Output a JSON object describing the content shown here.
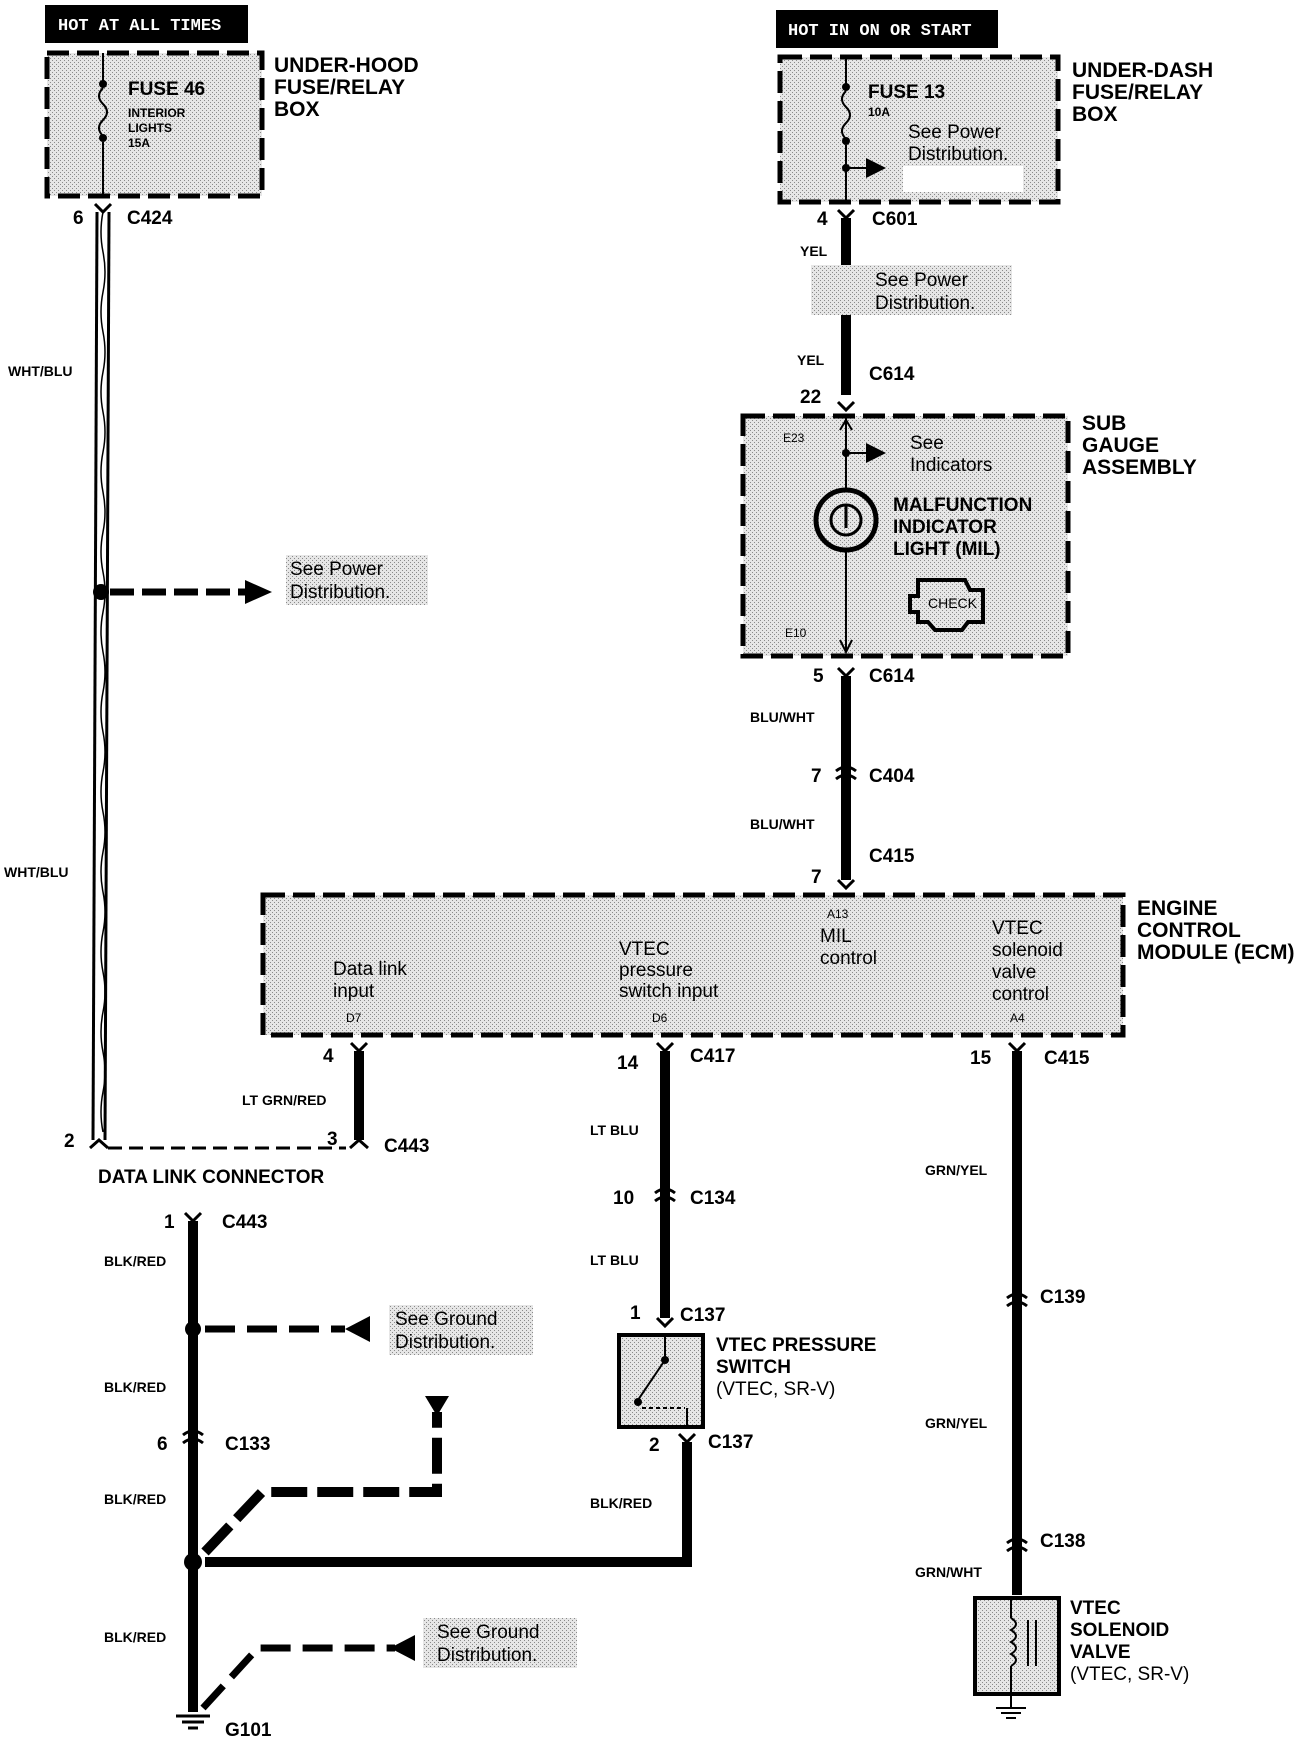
{
  "headers": {
    "hot_at_all_times": "HOT AT ALL TIMES",
    "hot_in_on_or_start": "HOT IN ON OR START"
  },
  "under_hood_box": {
    "title_lines": [
      "UNDER-HOOD",
      "FUSE/RELAY",
      "BOX"
    ],
    "fuse_name": "FUSE 46",
    "fuse_desc_lines": [
      "INTERIOR",
      "LIGHTS",
      "15A"
    ],
    "connector": "C424",
    "pin": "6"
  },
  "under_dash_box": {
    "title_lines": [
      "UNDER-DASH",
      "FUSE/RELAY",
      "BOX"
    ],
    "fuse_name": "FUSE 13",
    "fuse_rating": "10A",
    "see_lines": [
      "See Power",
      "Distribution."
    ],
    "connector": "C601",
    "pin": "4"
  },
  "wires": {
    "wht_blu": "WHT/BLU",
    "yel": "YEL",
    "blu_wht": "BLU/WHT",
    "lt_grn_red": "LT GRN/RED",
    "lt_blu": "LT BLU",
    "grn_yel": "GRN/YEL",
    "grn_wht": "GRN/WHT",
    "blk_red": "BLK/RED"
  },
  "refs": {
    "see_power_lines": [
      "See Power",
      "Distribution."
    ],
    "see_ground_lines": [
      "See Ground",
      "Distribution."
    ],
    "see_indicators_lines": [
      "See",
      "Indicators"
    ]
  },
  "sub_gauge": {
    "title_lines": [
      "SUB",
      "GAUGE",
      "ASSEMBLY"
    ],
    "mil_lines": [
      "MALFUNCTION",
      "INDICATOR",
      "LIGHT (MIL)"
    ],
    "check_text": "CHECK",
    "terminal_top": "E23",
    "terminal_bottom": "E10"
  },
  "connectors": {
    "c614_top": {
      "name": "C614",
      "pin": "22"
    },
    "c614_bottom": {
      "name": "C614",
      "pin": "5"
    },
    "c404": {
      "name": "C404",
      "pin": "7"
    },
    "c415_top": {
      "name": "C415",
      "pin": "7"
    },
    "c417": {
      "name": "C417",
      "pin": "14"
    },
    "c415_right": {
      "name": "C415",
      "pin": "15"
    },
    "c443_dlc_left": {
      "pin": "4"
    },
    "c443_dlc": {
      "name": "C443",
      "pin": "3"
    },
    "dlc_pin2": {
      "pin": "2"
    },
    "c134": {
      "name": "C134",
      "pin": "10"
    },
    "c137_top": {
      "name": "C137",
      "pin": "1"
    },
    "c137_bottom": {
      "name": "C137",
      "pin": "2"
    },
    "c139": {
      "name": "C139"
    },
    "c138": {
      "name": "C138"
    },
    "c443_ground": {
      "name": "C443",
      "pin": "1"
    },
    "c133": {
      "name": "C133",
      "pin": "6"
    },
    "g101": {
      "name": "G101"
    }
  },
  "ecm": {
    "title_lines": [
      "ENGINE",
      "CONTROL",
      "MODULE (ECM)"
    ],
    "data_link_lines": [
      "Data link",
      "input"
    ],
    "data_link_pin": "D7",
    "vtec_pressure_lines": [
      "VTEC",
      "pressure",
      "switch input"
    ],
    "vtec_pressure_pin": "D6",
    "mil_control_lines": [
      "MIL",
      "control"
    ],
    "mil_control_pin": "A13",
    "vtec_solenoid_lines": [
      "VTEC",
      "solenoid",
      "valve",
      "control"
    ],
    "vtec_solenoid_pin": "A4"
  },
  "data_link_connector": "DATA LINK CONNECTOR",
  "vtec_pressure_switch": {
    "title_lines": [
      "VTEC PRESSURE",
      "SWITCH"
    ],
    "note": "(VTEC, SR-V)"
  },
  "vtec_solenoid_valve": {
    "title_lines": [
      "VTEC",
      "SOLENOID",
      "VALVE"
    ],
    "note": "(VTEC, SR-V)"
  }
}
